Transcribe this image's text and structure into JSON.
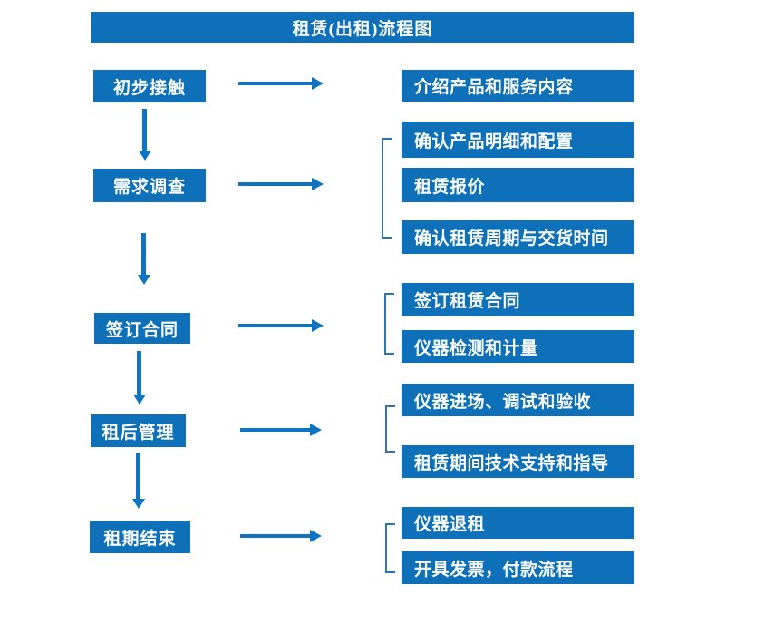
{
  "title": "租赁(出租)流程图",
  "colors": {
    "box_blue": "#0D70B9",
    "arrow_blue": "#0E74C2",
    "bracket_blue": "#2E75B6",
    "text_white": "#FFFFFF",
    "background": "#FFFFFF"
  },
  "stages": [
    {
      "label": "初步接触",
      "details": [
        "介绍产品和服务内容"
      ]
    },
    {
      "label": "需求调查",
      "details": [
        "确认产品明细和配置",
        "租赁报价",
        "确认租赁周期与交货时间"
      ]
    },
    {
      "label": "签订合同",
      "details": [
        "签订租赁合同",
        "仪器检测和计量"
      ]
    },
    {
      "label": "租后管理",
      "details": [
        "仪器进场、调试和验收",
        "租赁期间技术支持和指导"
      ]
    },
    {
      "label": "租期结束",
      "details": [
        "仪器退租",
        "开具发票，付款流程"
      ]
    }
  ]
}
